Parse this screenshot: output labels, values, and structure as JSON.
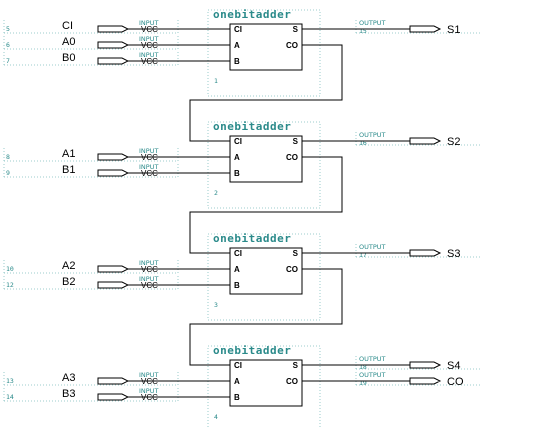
{
  "component_name": "onebitadder",
  "input_tag": "INPUT",
  "output_tag": "OUTPUT",
  "vcc_label": "VCC",
  "port_labels": {
    "ci": "CI",
    "a": "A",
    "b": "B",
    "s": "S",
    "co": "CO"
  },
  "adders": [
    {
      "instance": "1",
      "inputs": [
        {
          "pin": "5",
          "name": "CI"
        },
        {
          "pin": "6",
          "name": "A0"
        },
        {
          "pin": "7",
          "name": "B0"
        }
      ],
      "outputs": [
        {
          "pin": "15",
          "name": "S1"
        }
      ]
    },
    {
      "instance": "2",
      "inputs": [
        {
          "pin": "8",
          "name": "A1"
        },
        {
          "pin": "9",
          "name": "B1"
        }
      ],
      "outputs": [
        {
          "pin": "16",
          "name": "S2"
        }
      ]
    },
    {
      "instance": "3",
      "inputs": [
        {
          "pin": "10",
          "name": "A2"
        },
        {
          "pin": "12",
          "name": "B2"
        }
      ],
      "outputs": [
        {
          "pin": "17",
          "name": "S3"
        }
      ]
    },
    {
      "instance": "4",
      "inputs": [
        {
          "pin": "13",
          "name": "A3"
        },
        {
          "pin": "14",
          "name": "B3"
        }
      ],
      "outputs": [
        {
          "pin": "18",
          "name": "S4"
        },
        {
          "pin": "19",
          "name": "CO"
        }
      ]
    }
  ]
}
